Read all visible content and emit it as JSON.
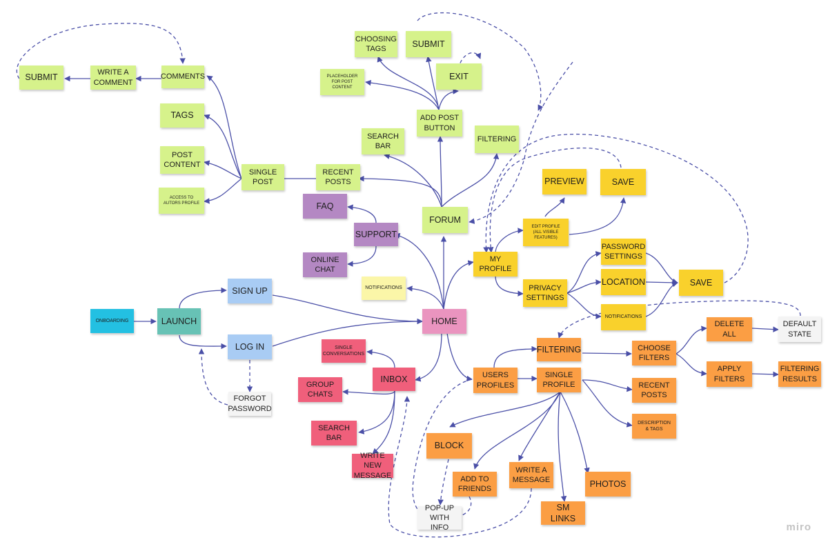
{
  "colors": {
    "lime": "#d6f28b",
    "teal": "#67c2b5",
    "cyan": "#23c0e2",
    "blue": "#a9ccf4",
    "white": "#f4f4f4",
    "pink": "#ea94bf",
    "purple": "#b488c3",
    "paleyellow": "#fbf6a8",
    "yellow": "#f9d12c",
    "orange": "#fb9e44",
    "red": "#f05f7b",
    "connector": "#4a4fa7"
  },
  "watermark": "miro",
  "notes": [
    {
      "id": "submit_comment",
      "text": "SUBMIT",
      "color": "lime"
    },
    {
      "id": "write_comment",
      "text": "WRITE A\nCOMMENT",
      "color": "lime"
    },
    {
      "id": "comments",
      "text": "COMMENTS",
      "color": "lime"
    },
    {
      "id": "tags",
      "text": "TAGS",
      "color": "lime"
    },
    {
      "id": "post_content",
      "text": "POST\nCONTENT",
      "color": "lime"
    },
    {
      "id": "access_profile",
      "text": "ACCESS TO\nAUTORS PROFILE",
      "color": "lime"
    },
    {
      "id": "single_post",
      "text": "SINGLE\nPOST",
      "color": "lime"
    },
    {
      "id": "recent_posts_forum",
      "text": "RECENT\nPOSTS",
      "color": "lime"
    },
    {
      "id": "choosing_tags",
      "text": "CHOOSING\nTAGS",
      "color": "lime"
    },
    {
      "id": "submit_post",
      "text": "SUBMIT",
      "color": "lime"
    },
    {
      "id": "placeholder",
      "text": "PLACEHOLDER\nFOR POST\nCONTENT",
      "color": "lime"
    },
    {
      "id": "exit",
      "text": "EXIT",
      "color": "lime"
    },
    {
      "id": "add_post",
      "text": "ADD POST\nBUTTON",
      "color": "lime"
    },
    {
      "id": "search_forum",
      "text": "SEARCH\nBAR",
      "color": "lime"
    },
    {
      "id": "filtering_forum",
      "text": "FILTERING",
      "color": "lime"
    },
    {
      "id": "forum",
      "text": "FORUM",
      "color": "lime"
    },
    {
      "id": "faq",
      "text": "FAQ",
      "color": "purple"
    },
    {
      "id": "support",
      "text": "SUPPORT",
      "color": "purple"
    },
    {
      "id": "online_chat",
      "text": "ONLINE\nCHAT",
      "color": "purple"
    },
    {
      "id": "notifications_home",
      "text": "NOTIFICATIONS",
      "color": "paleyellow"
    },
    {
      "id": "home",
      "text": "HOME",
      "color": "pink"
    },
    {
      "id": "onboarding",
      "text": "ONBOARDING",
      "color": "cyan"
    },
    {
      "id": "launch",
      "text": "LAUNCH",
      "color": "teal"
    },
    {
      "id": "sign_up",
      "text": "SIGN UP",
      "color": "blue"
    },
    {
      "id": "log_in",
      "text": "LOG IN",
      "color": "blue"
    },
    {
      "id": "forgot_password",
      "text": "FORGOT\nPASSWORD",
      "color": "white"
    },
    {
      "id": "preview",
      "text": "PREVIEW",
      "color": "yellow"
    },
    {
      "id": "save_edit",
      "text": "SAVE",
      "color": "yellow"
    },
    {
      "id": "edit_profile",
      "text": "EDIT PROFILE\n(ALL VISIBLE\nFEATURES)",
      "color": "yellow"
    },
    {
      "id": "my_profile",
      "text": "MY\nPROFILE",
      "color": "yellow"
    },
    {
      "id": "password_settings",
      "text": "PASSWORD\nSETTINGS",
      "color": "yellow"
    },
    {
      "id": "location",
      "text": "LOCATION",
      "color": "yellow"
    },
    {
      "id": "notifications_privacy",
      "text": "NOTIFICATIONS",
      "color": "yellow"
    },
    {
      "id": "privacy_settings",
      "text": "PRIVACY\nSETTINGS",
      "color": "yellow"
    },
    {
      "id": "save_privacy",
      "text": "SAVE",
      "color": "yellow"
    },
    {
      "id": "single_conversations",
      "text": "SINGLE\nCONVERSATIONS",
      "color": "red"
    },
    {
      "id": "inbox",
      "text": "INBOX",
      "color": "red"
    },
    {
      "id": "group_chats",
      "text": "GROUP\nCHATS",
      "color": "red"
    },
    {
      "id": "search_inbox",
      "text": "SEARCH\nBAR",
      "color": "red"
    },
    {
      "id": "write_new_message",
      "text": "WRITE NEW\nMESSAGE",
      "color": "red"
    },
    {
      "id": "users_profiles",
      "text": "USERS\nPROFILES",
      "color": "orange"
    },
    {
      "id": "filtering_users",
      "text": "FILTERING",
      "color": "orange"
    },
    {
      "id": "single_profile",
      "text": "SINGLE\nPROFILE",
      "color": "orange"
    },
    {
      "id": "choose_filters",
      "text": "CHOOSE\nFILTERS",
      "color": "orange"
    },
    {
      "id": "delete_all",
      "text": "DELETE ALL",
      "color": "orange"
    },
    {
      "id": "default_state",
      "text": "DEFAULT\nSTATE",
      "color": "white"
    },
    {
      "id": "apply_filters",
      "text": "APPLY\nFILTERS",
      "color": "orange"
    },
    {
      "id": "filtering_results",
      "text": "FILTERING\nRESULTS",
      "color": "orange"
    },
    {
      "id": "recent_posts_profile",
      "text": "RECENT\nPOSTS",
      "color": "orange"
    },
    {
      "id": "description_tags",
      "text": "DESCRIPTION\n& TAGS",
      "color": "orange"
    },
    {
      "id": "block",
      "text": "BLOCK",
      "color": "orange"
    },
    {
      "id": "add_friends",
      "text": "ADD TO\nFRIENDS",
      "color": "orange"
    },
    {
      "id": "write_message",
      "text": "WRITE A\nMESSAGE",
      "color": "orange"
    },
    {
      "id": "photos",
      "text": "PHOTOS",
      "color": "orange"
    },
    {
      "id": "sm_links",
      "text": "SM LINKS",
      "color": "orange"
    },
    {
      "id": "popup_info",
      "text": "POP-UP\nWITH INFO",
      "color": "white"
    }
  ]
}
